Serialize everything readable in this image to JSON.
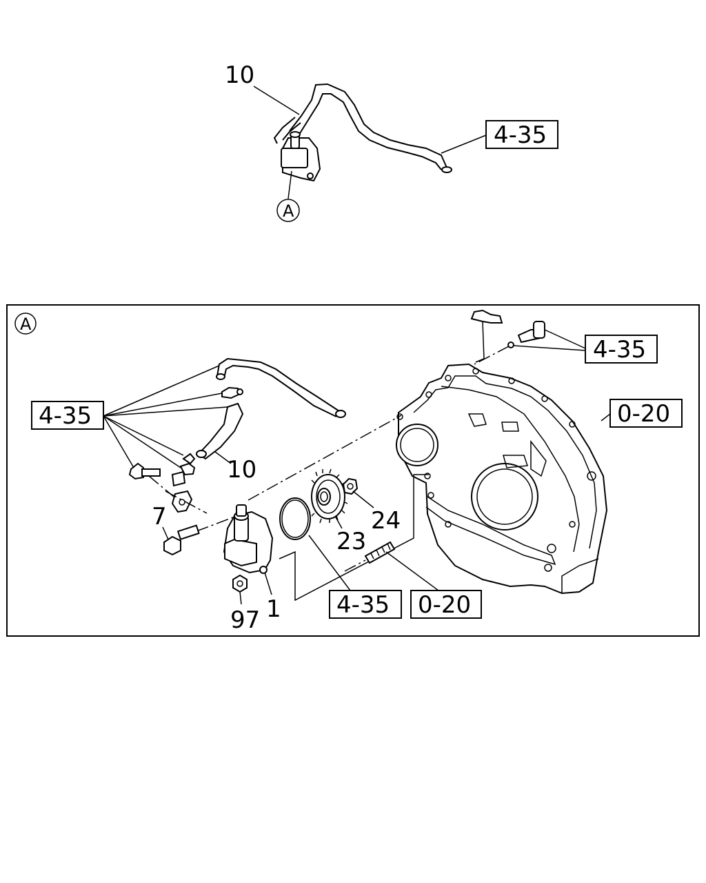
{
  "overview": {
    "hose_label": "10",
    "ref_label": "4-35",
    "detail_marker": "A"
  },
  "detail": {
    "marker": "A",
    "refs": {
      "bracket_bolt": "4-35",
      "flywheel_housing": "0-20",
      "hose_group": "4-35",
      "o_ring": "4-35",
      "stud": "0-20"
    },
    "labels": {
      "hose": "10",
      "bolt": "7",
      "pump": "1",
      "nut": "97",
      "gear": "23",
      "gear_nut": "24"
    }
  }
}
